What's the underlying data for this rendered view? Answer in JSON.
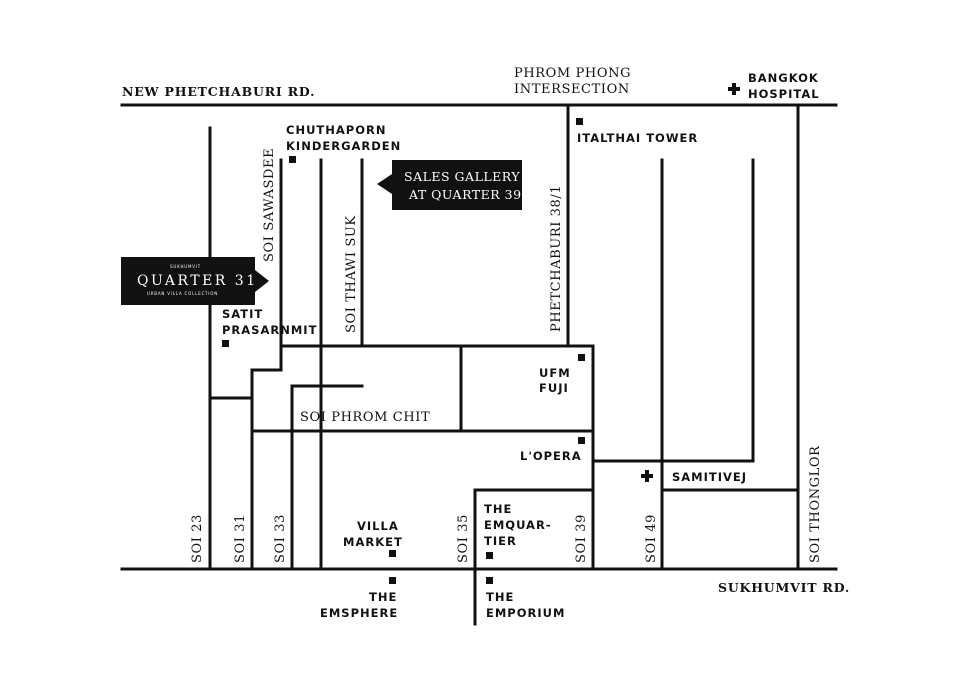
{
  "roads": {
    "new_phetchaburi": "NEW PHETCHABURI RD.",
    "sukhumvit": "SUKHUMVIT RD.",
    "phrom_phong_line1": "PHROM PHONG",
    "phrom_phong_line2": "INTERSECTION",
    "soi_sawasdee": "SOI SAWASDEE",
    "soi_thawi_suk": "SOI THAWI SUK",
    "phetchaburi_38_1": "PHETCHABURI 38/1",
    "soi_phrom_chit": "SOI PHROM CHIT",
    "soi_23": "SOI 23",
    "soi_31": "SOI 31",
    "soi_33": "SOI 33",
    "soi_35": "SOI 35",
    "soi_39": "SOI 39",
    "soi_49": "SOI 49",
    "soi_thonglor": "SOI THONGLOR"
  },
  "places": {
    "bangkok_hospital_line1": "BANGKOK",
    "bangkok_hospital_line2": "HOSPITAL",
    "italthai_tower": "ITALTHAI TOWER",
    "chuthaporn_line1": "CHUTHAPORN",
    "chuthaporn_line2": "KINDERGARDEN",
    "satit_line1": "SATIT",
    "satit_line2": "PRASARNMIT",
    "ufm_line1": "UFM",
    "ufm_line2": "FUJI",
    "lopera": "L'OPERA",
    "samitivej": "SAMITIVEJ",
    "villa_line1": "VILLA",
    "villa_line2": "MARKET",
    "emquartier_line1": "THE",
    "emquartier_line2": "EMQUAR-",
    "emquartier_line3": "TIER",
    "emsphere_line1": "THE",
    "emsphere_line2": "EMSPHERE",
    "emporium_line1": "THE",
    "emporium_line2": "EMPORIUM"
  },
  "callouts": {
    "sales_gallery_line1": "SALES GALLERY",
    "sales_gallery_line2": "AT QUARTER 39",
    "logo_top": "SUKHUMVIT",
    "logo_main": "QUARTER 31",
    "logo_sub": "URBAN VILLA COLLECTION"
  },
  "colors": {
    "ink": "#111111",
    "paper": "#ffffff"
  }
}
